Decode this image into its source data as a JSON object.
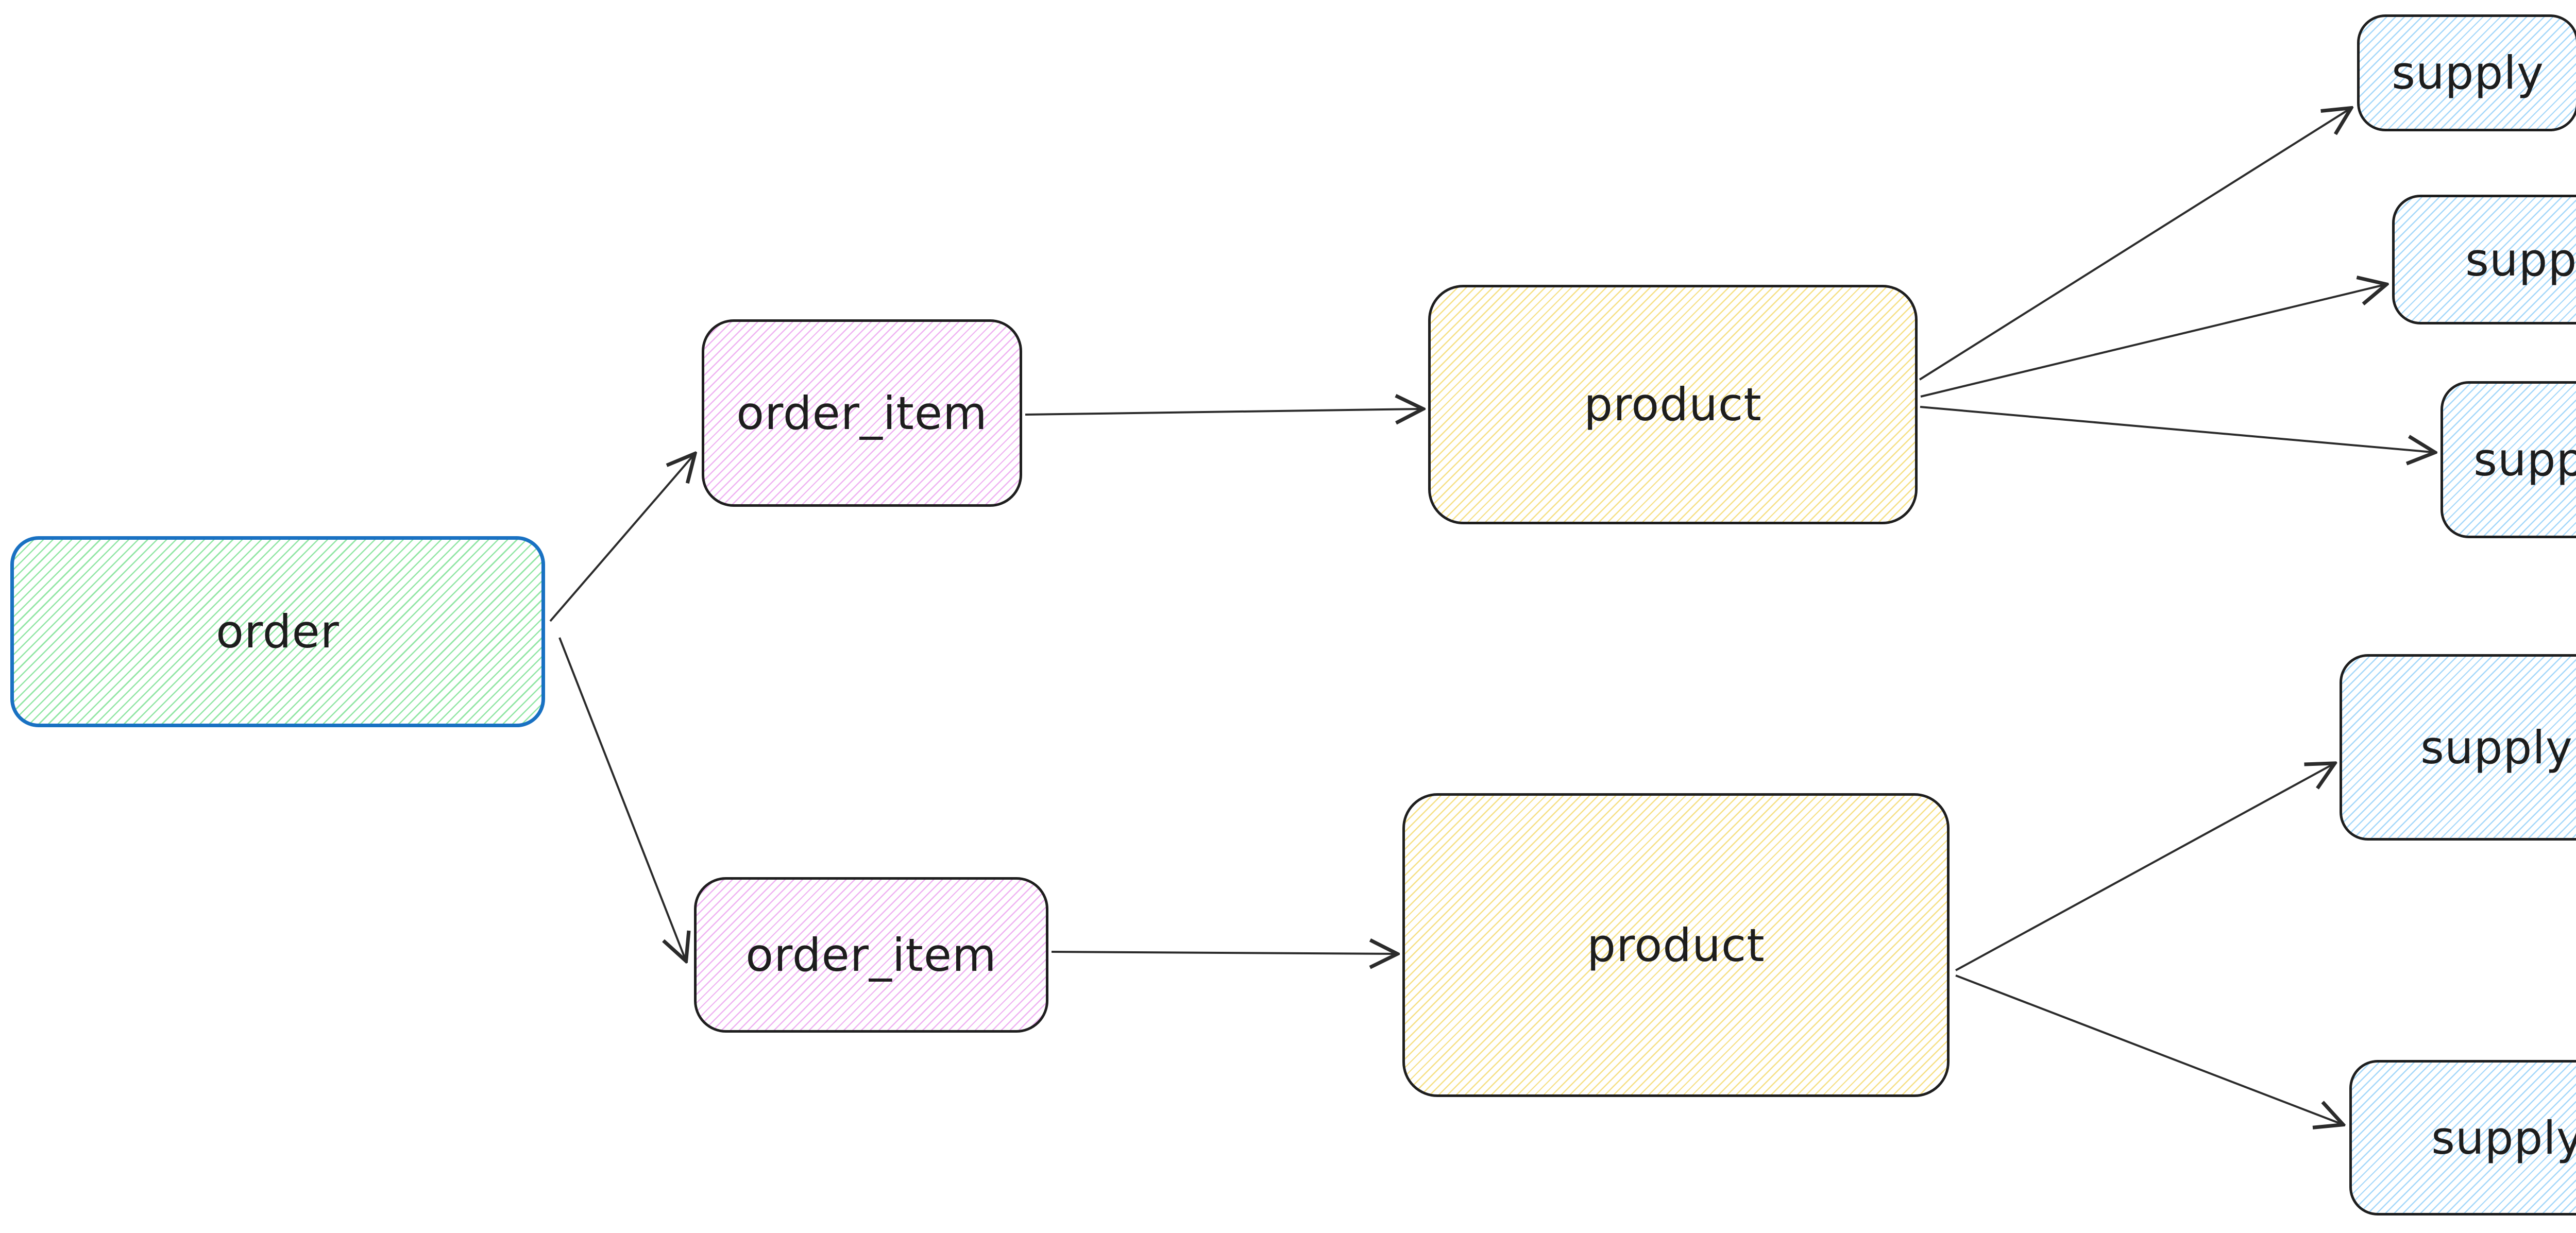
{
  "diagram": {
    "type": "entity-relationship-flow",
    "canvas": {
      "background": "#ffffff"
    },
    "nodes": [
      {
        "id": "order",
        "label": "order",
        "shape": "rounded-rectangle",
        "fill_hatch": "#92e6a5",
        "stroke": "#1971c2"
      },
      {
        "id": "order_item_1",
        "label": "order_item",
        "shape": "rounded-rectangle",
        "fill_hatch": "#efb3f2",
        "stroke": "#1e1e1e"
      },
      {
        "id": "product_1",
        "label": "product",
        "shape": "rounded-rectangle",
        "fill_hatch": "#f6e086",
        "stroke": "#1e1e1e"
      },
      {
        "id": "supply_1",
        "label": "supply",
        "shape": "rounded-rectangle",
        "fill_hatch": "#a5d8fa",
        "stroke": "#1e1e1e"
      },
      {
        "id": "supply_2",
        "label": "supply",
        "shape": "rounded-rectangle",
        "fill_hatch": "#a5d8fa",
        "stroke": "#1e1e1e"
      },
      {
        "id": "supply_3",
        "label": "supply",
        "shape": "rounded-rectangle",
        "fill_hatch": "#a5d8fa",
        "stroke": "#1e1e1e"
      },
      {
        "id": "order_item_2",
        "label": "order_item",
        "shape": "rounded-rectangle",
        "fill_hatch": "#efb3f2",
        "stroke": "#1e1e1e"
      },
      {
        "id": "product_2",
        "label": "product",
        "shape": "rounded-rectangle",
        "fill_hatch": "#f6e086",
        "stroke": "#1e1e1e"
      },
      {
        "id": "supply_4",
        "label": "supply",
        "shape": "rounded-rectangle",
        "fill_hatch": "#a5d8fa",
        "stroke": "#1e1e1e"
      },
      {
        "id": "supply_5",
        "label": "supply",
        "shape": "rounded-rectangle",
        "fill_hatch": "#a5d8fa",
        "stroke": "#1e1e1e"
      }
    ],
    "edges": [
      {
        "from": "order",
        "to": "order_item_1",
        "style": "arrow"
      },
      {
        "from": "order",
        "to": "order_item_2",
        "style": "arrow"
      },
      {
        "from": "order_item_1",
        "to": "product_1",
        "style": "arrow"
      },
      {
        "from": "order_item_2",
        "to": "product_2",
        "style": "arrow"
      },
      {
        "from": "product_1",
        "to": "supply_1",
        "style": "arrow"
      },
      {
        "from": "product_1",
        "to": "supply_2",
        "style": "arrow"
      },
      {
        "from": "product_1",
        "to": "supply_3",
        "style": "arrow"
      },
      {
        "from": "product_2",
        "to": "supply_4",
        "style": "arrow"
      },
      {
        "from": "product_2",
        "to": "supply_5",
        "style": "arrow"
      }
    ],
    "colors": {
      "canvas_background": "#ffffff",
      "stroke_dark": "#1e1e1e",
      "arrow_stroke": "#2b2b2b",
      "order_stroke_blue": "#1971c2",
      "hatch_green": "#92e6a5",
      "hatch_purple": "#efb3f2",
      "hatch_yellow": "#f6e086",
      "hatch_blue": "#a5d8fa",
      "text": "#1d1d1d"
    }
  }
}
